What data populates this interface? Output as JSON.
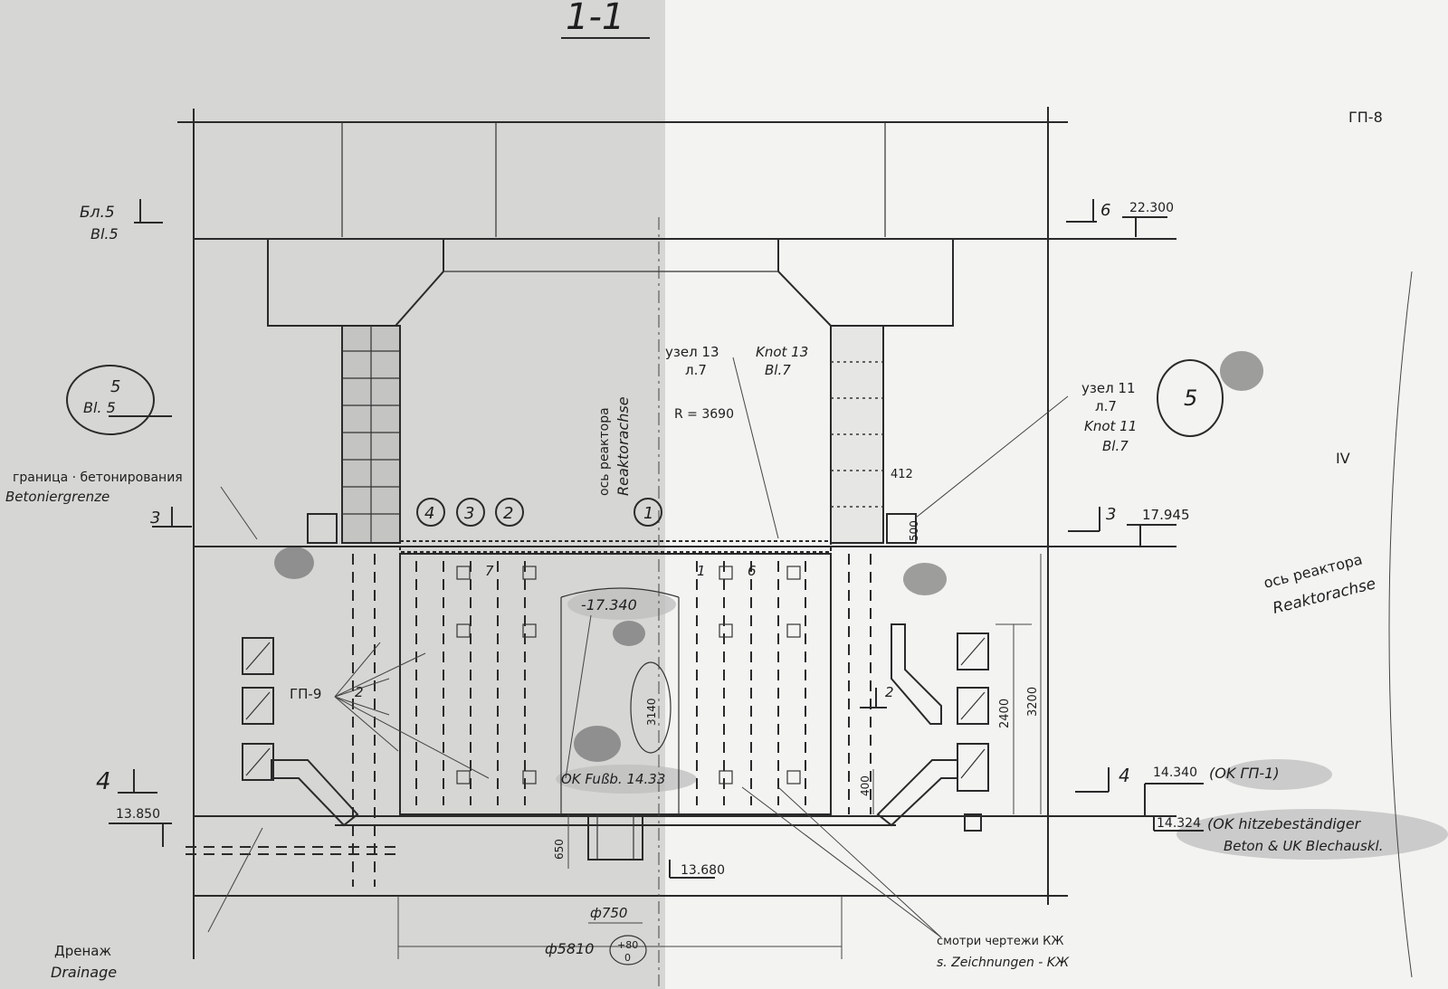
{
  "section_title": "1-1",
  "sheet_ref": "ГП-8",
  "labels": {
    "bl5_ru": "Бл.5",
    "bl5_de": "Bl.5",
    "circle5_num": "5",
    "circle5_bl": "Bl. 5",
    "border_ru": "граница · бетонирования",
    "border_de": "Betoniergrenze",
    "drain_ru": "Дренаж",
    "drain_de": "Drainage",
    "gp9": "ГП-9",
    "axis_ru": "ось реактора",
    "axis_de": "Reaktorachse",
    "node13_ru": "узел 13",
    "node13_l": "л.7",
    "node13_de": "Knot 13",
    "node13_bl": "Bl.7",
    "node11_ru": "узел 11",
    "node11_l": "л.7",
    "node11_de": "Knot 11",
    "node11_bl": "Bl.7",
    "radius": "R = 3690",
    "see_ru": "смотри чертежи КЖ",
    "see_de": "s. Zeichnungen - KЖ",
    "ok_fussb": "OK Fußb. 14.33",
    "elev_neg": "-17.340",
    "ok_gp1": "(OK ГП-1)",
    "ok_heat_1": "(OK hitzebeständiger",
    "ok_heat_2": "Beton & UK Blechauskl.",
    "roman": "IV",
    "callout_1": "1",
    "callout_2": "2",
    "callout_3": "3",
    "callout_4": "4",
    "circ5": "5"
  },
  "levels": {
    "l6_mark": "6",
    "l22": "22.300",
    "l3_mark": "3",
    "l17": "17.945",
    "l4_mark": "4",
    "l14_34": "14.340",
    "l14_32": "14.324",
    "l13_85": "13.850",
    "l13_68": "13.680",
    "left3": "3",
    "left4": "4"
  },
  "dimensions": {
    "d2400": "2400",
    "d3200": "3200",
    "d400": "400",
    "d500": "500",
    "d650": "650",
    "d412": "412",
    "phi750": "ф750",
    "phi5810": "ф5810",
    "tol": "+80",
    "tol0": "0",
    "d3140": "3140",
    "s7": "7",
    "s6": "6",
    "s2": "2",
    "s1": "1"
  }
}
